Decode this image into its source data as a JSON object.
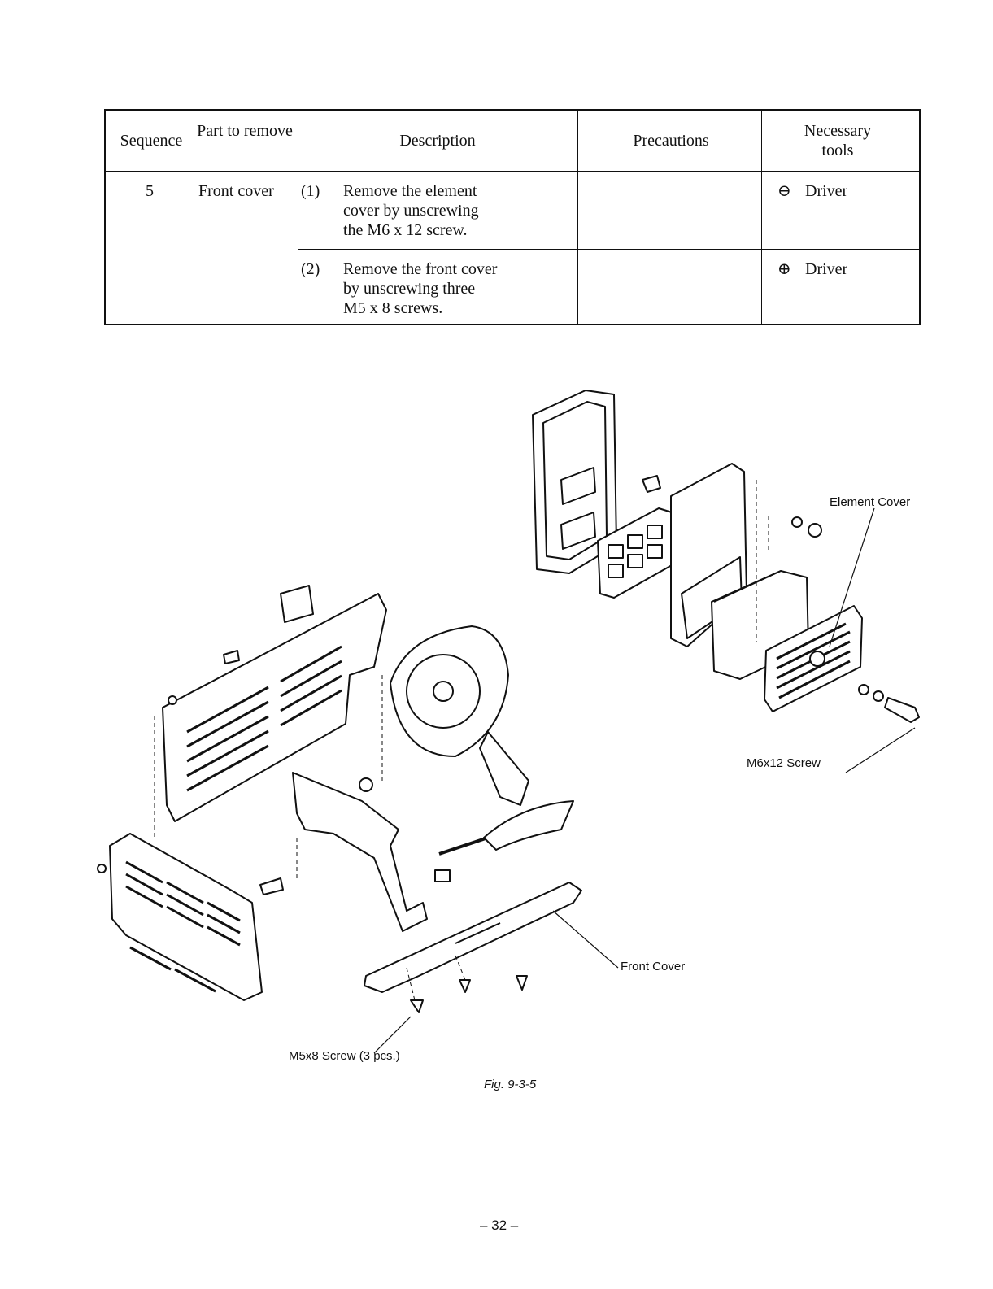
{
  "table": {
    "headers": {
      "sequence": "Sequence",
      "part": "Part to remove",
      "description": "Description",
      "precautions": "Precautions",
      "tools": "Necessary tools"
    },
    "row": {
      "sequence": "5",
      "part": "Front cover",
      "steps": [
        {
          "num": "(1)",
          "text_l1": "Remove the element",
          "text_l2": "cover by unscrewing",
          "text_l3": "the M6 x 12 screw.",
          "tool_symbol": "⊖",
          "tool": "Driver"
        },
        {
          "num": "(2)",
          "text_l1": "Remove the front cover",
          "text_l2": "by unscrewing three",
          "text_l3": "M5 x 8 screws.",
          "tool_symbol": "⊕",
          "tool": "Driver"
        }
      ]
    }
  },
  "figure": {
    "labels": {
      "element_cover": "Element Cover",
      "m6x12_screw": "M6x12 Screw",
      "front_cover": "Front Cover",
      "m5x8_screw": "M5x8 Screw (3 pcs.)"
    },
    "caption": "Fig. 9-3-5"
  },
  "page_number": "– 32 –"
}
